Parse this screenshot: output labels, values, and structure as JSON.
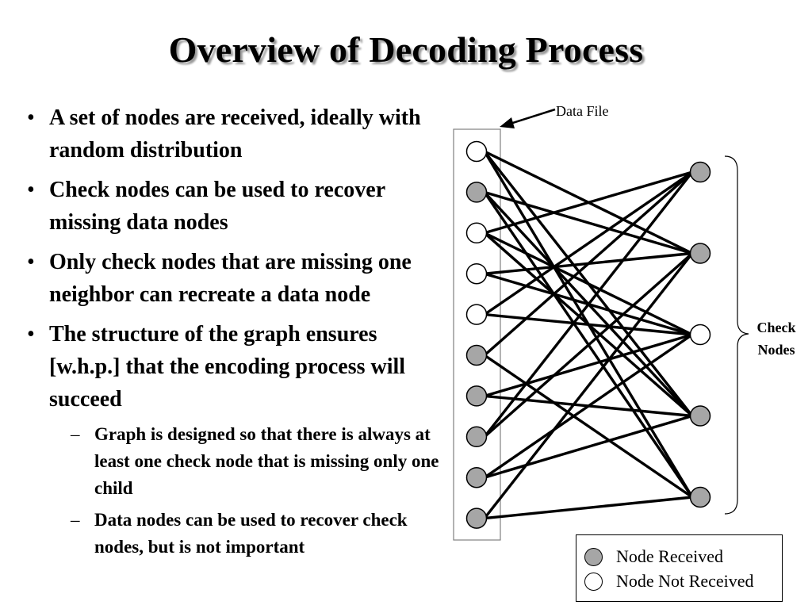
{
  "slide": {
    "title": "Overview of Decoding Process",
    "bullets": [
      "A set of nodes are received, ideally with random distribution",
      "Check nodes can be used to recover missing data nodes",
      "Only check nodes that are missing one neighbor can recreate a data node",
      "The structure of the graph ensures [w.h.p.] that the encoding process will succeed"
    ],
    "sub_bullets": [
      "Graph is designed so that there is always at least one check node that is missing only one child",
      "Data nodes can be used to recover check nodes, but is not important"
    ]
  },
  "diagram": {
    "data_file_label": "Data File",
    "check_nodes_label_line1": "Check",
    "check_nodes_label_line2": "Nodes",
    "data_nodes": [
      false,
      true,
      false,
      false,
      false,
      true,
      true,
      true,
      true,
      true
    ],
    "check_nodes": [
      true,
      true,
      false,
      true,
      true
    ],
    "edges": [
      [
        0,
        1
      ],
      [
        0,
        3
      ],
      [
        0,
        4
      ],
      [
        1,
        1
      ],
      [
        1,
        3
      ],
      [
        1,
        4
      ],
      [
        2,
        0
      ],
      [
        2,
        2
      ],
      [
        2,
        3
      ],
      [
        3,
        1
      ],
      [
        3,
        2
      ],
      [
        4,
        0
      ],
      [
        4,
        2
      ],
      [
        5,
        0
      ],
      [
        5,
        4
      ],
      [
        6,
        2
      ],
      [
        6,
        3
      ],
      [
        7,
        0
      ],
      [
        7,
        1
      ],
      [
        8,
        2
      ],
      [
        8,
        3
      ],
      [
        9,
        1
      ],
      [
        9,
        4
      ]
    ],
    "colors": {
      "received": "#a6a6a6",
      "not_received": "#ffffff",
      "edge": "#000000",
      "box": "#808080"
    }
  },
  "legend": {
    "received_label": "Node Received",
    "not_received_label": "Node Not Received"
  }
}
